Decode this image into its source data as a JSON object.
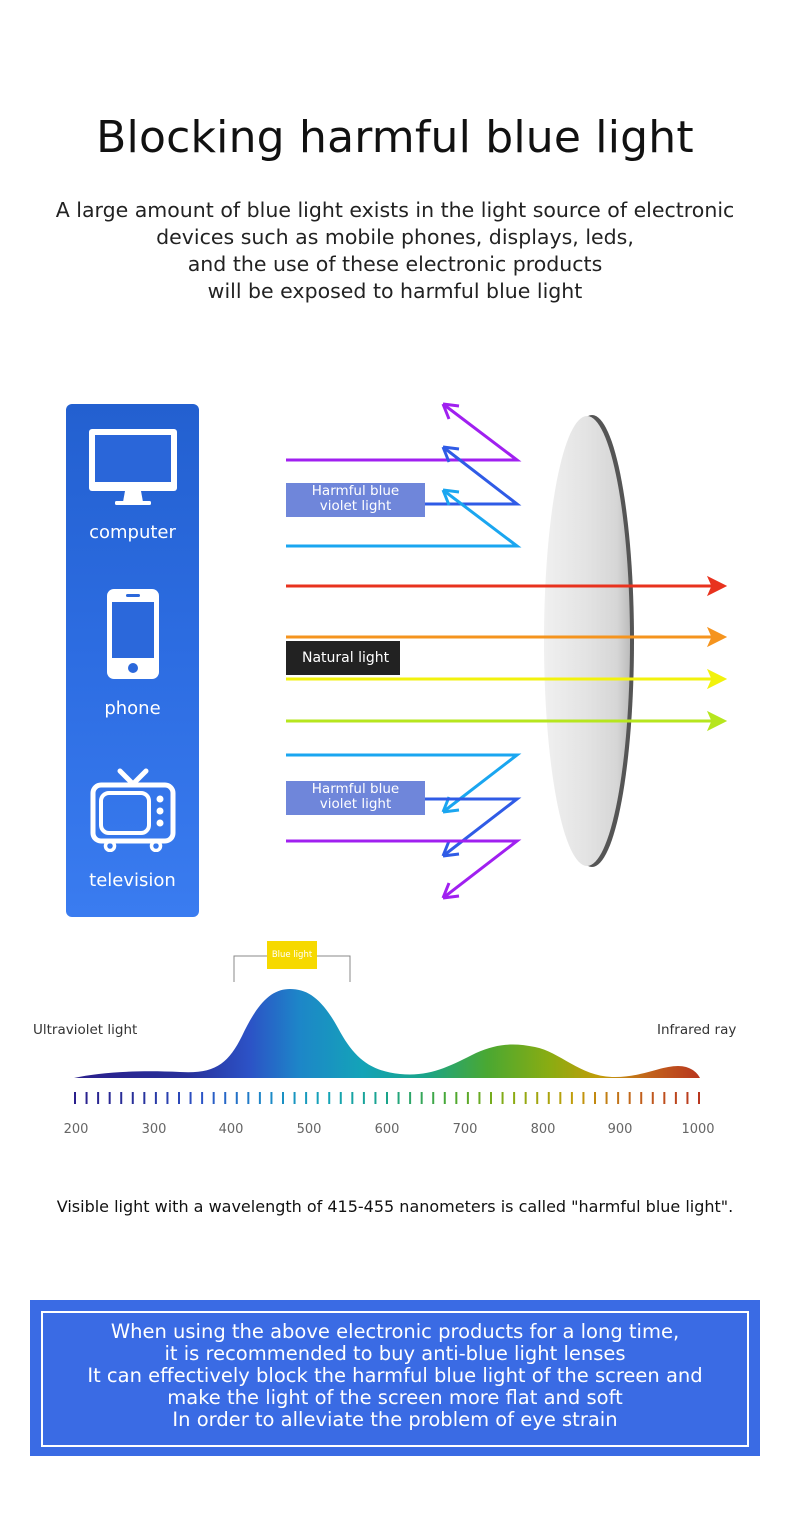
{
  "title": "Blocking harmful blue light",
  "intro": [
    "A large amount of blue light exists in the light source of electronic",
    "devices such as mobile phones, displays, leds,",
    "and the use of these electronic products",
    "will be exposed to harmful blue light"
  ],
  "devices": [
    {
      "label": "computer",
      "icon": "computer-monitor-icon"
    },
    {
      "label": "phone",
      "icon": "smartphone-icon"
    },
    {
      "label": "television",
      "icon": "television-icon"
    }
  ],
  "ray_labels": {
    "harmful_top": [
      "Harmful blue",
      "violet light"
    ],
    "natural": "Natural light",
    "harmful_bottom": [
      "Harmful blue",
      "violet light"
    ]
  },
  "spectrum": {
    "left_label": "Ultraviolet light",
    "right_label": "Infrared ray",
    "blue_tag": "Blue light",
    "ticks": [
      "200",
      "300",
      "400",
      "500",
      "600",
      "700",
      "800",
      "900",
      "1000"
    ]
  },
  "caption": "Visible light with a wavelength of 415-455 nanometers is called \"harmful blue light\".",
  "info_box": [
    "When using the above electronic products for a long time,",
    "it is recommended to buy anti-blue light lenses",
    "It can effectively block the harmful blue light of the screen and",
    "make the light of the screen more flat and soft",
    "In order to alleviate the problem of eye strain"
  ],
  "colors": {
    "panel_blue": "#2d6de2",
    "violet": "#a020f0",
    "blue": "#2f5be6",
    "sky": "#1aa6f0",
    "red": "#e8321e",
    "orange": "#f5941e",
    "yellow": "#f2f20c",
    "lime": "#b6e61e",
    "tag_blue": "#6f86da",
    "tag_dark": "#222222",
    "blue_light_tag": "#f6d900",
    "info_box": "#3a6be4"
  }
}
